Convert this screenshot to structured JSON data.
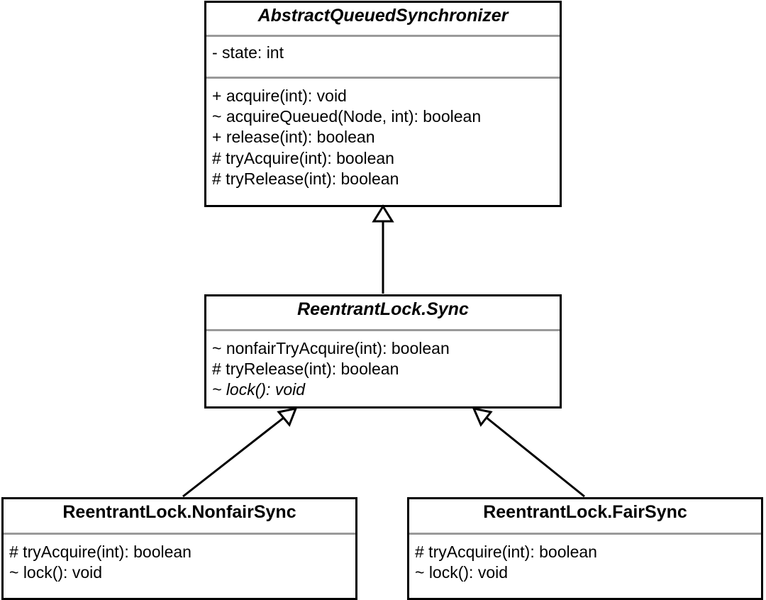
{
  "diagram": {
    "type": "uml-class-diagram",
    "title": "AbstractQueuedSynchronizer / ReentrantLock Sync hierarchy",
    "background_color": "#ffffff",
    "line_color": "#000000",
    "separator_color": "#9a9a9a"
  },
  "classes": [
    {
      "id": "aqs",
      "name": "AbstractQueuedSynchronizer",
      "abstract": true,
      "attributes": [
        {
          "text": "- state: int",
          "visibility": "private",
          "abstract": false
        }
      ],
      "operations": [
        {
          "text": "+ acquire(int): void",
          "visibility": "public",
          "abstract": false
        },
        {
          "text": "~ acquireQueued(Node, int): boolean",
          "visibility": "package",
          "abstract": false
        },
        {
          "text": "+ release(int): boolean",
          "visibility": "public",
          "abstract": false
        },
        {
          "text": "# tryAcquire(int): boolean",
          "visibility": "protected",
          "abstract": false
        },
        {
          "text": "# tryRelease(int): boolean",
          "visibility": "protected",
          "abstract": false
        }
      ]
    },
    {
      "id": "sync",
      "name": "ReentrantLock.Sync",
      "abstract": true,
      "attributes": [],
      "operations": [
        {
          "text": "~ nonfairTryAcquire(int): boolean",
          "visibility": "package",
          "abstract": false
        },
        {
          "text": "# tryRelease(int): boolean",
          "visibility": "protected",
          "abstract": false
        },
        {
          "text": "~ lock(): void",
          "visibility": "package",
          "abstract": true
        }
      ]
    },
    {
      "id": "nonfair",
      "name": "ReentrantLock.NonfairSync",
      "abstract": false,
      "attributes": [],
      "operations": [
        {
          "text": "# tryAcquire(int): boolean",
          "visibility": "protected",
          "abstract": false
        },
        {
          "text": "~ lock(): void",
          "visibility": "package",
          "abstract": false
        }
      ]
    },
    {
      "id": "fair",
      "name": "ReentrantLock.FairSync",
      "abstract": false,
      "attributes": [],
      "operations": [
        {
          "text": "# tryAcquire(int): boolean",
          "visibility": "protected",
          "abstract": false
        },
        {
          "text": "~ lock(): void",
          "visibility": "package",
          "abstract": false
        }
      ]
    }
  ],
  "relationships": [
    {
      "kind": "generalization",
      "from": "sync",
      "to": "aqs",
      "arrow": "hollow-triangle"
    },
    {
      "kind": "generalization",
      "from": "nonfair",
      "to": "sync",
      "arrow": "hollow-triangle"
    },
    {
      "kind": "generalization",
      "from": "fair",
      "to": "sync",
      "arrow": "hollow-triangle"
    }
  ]
}
